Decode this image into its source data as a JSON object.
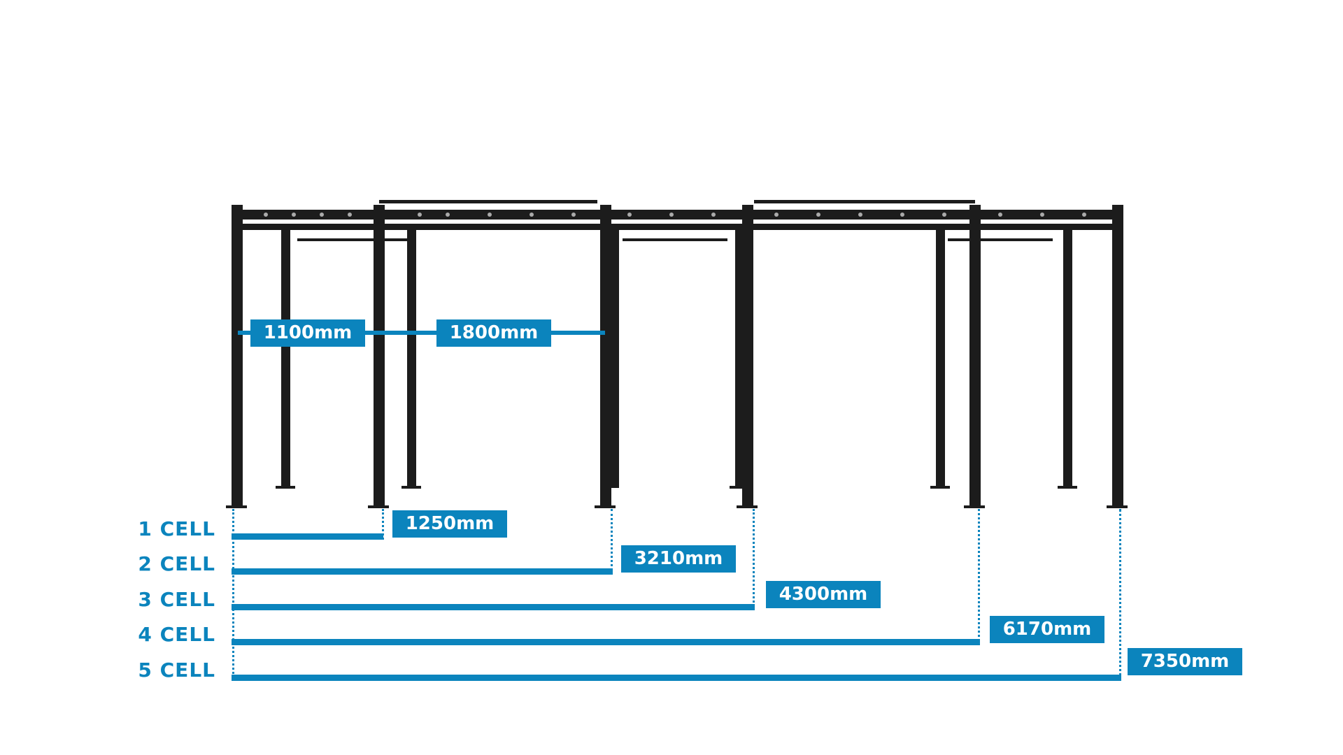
{
  "colors": {
    "accent": "#0b84bd",
    "frame": "#1c1c1c"
  },
  "span_labels": {
    "depth": "1100mm",
    "cell_width": "1800mm"
  },
  "cells": [
    {
      "label": "1 CELL",
      "length": "1250mm"
    },
    {
      "label": "2 CELL",
      "length": "3210mm"
    },
    {
      "label": "3 CELL",
      "length": "4300mm"
    },
    {
      "label": "4 CELL",
      "length": "6170mm"
    },
    {
      "label": "5 CELL",
      "length": "7350mm"
    }
  ]
}
